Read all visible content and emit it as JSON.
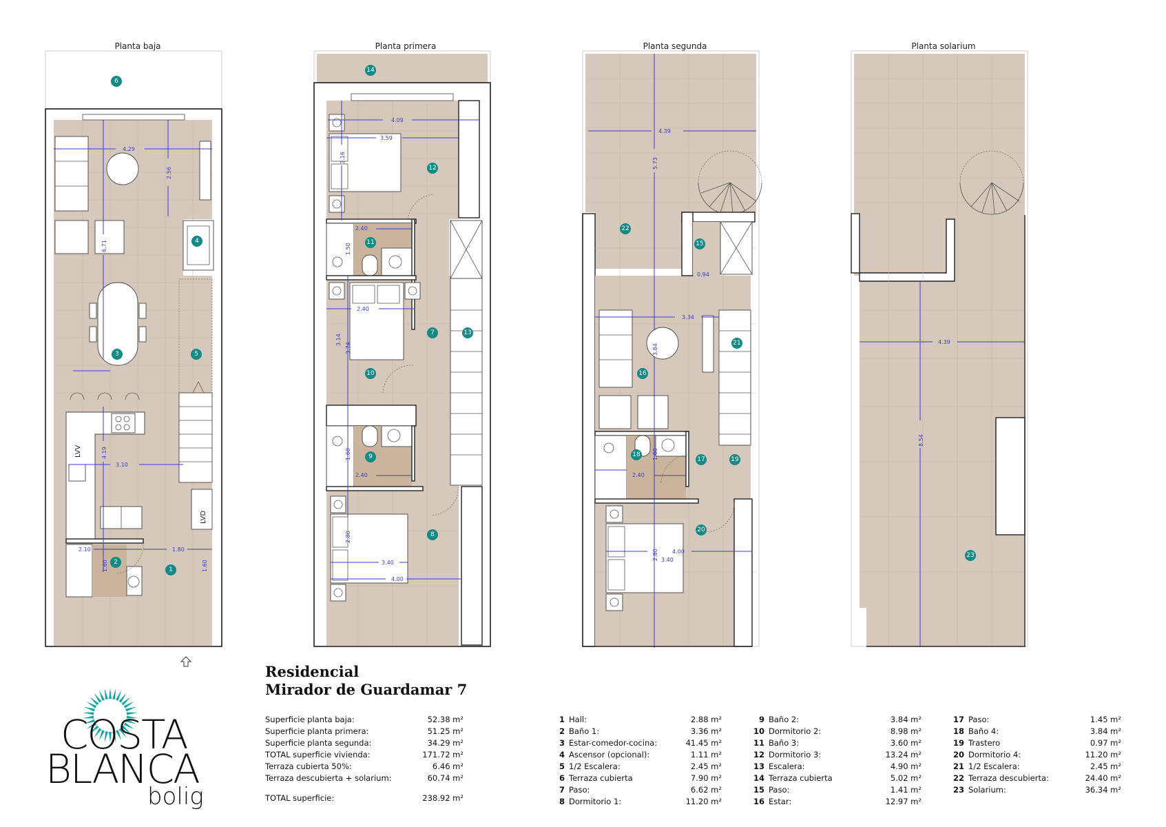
{
  "plans": [
    {
      "title": "Planta baja"
    },
    {
      "title": "Planta primera"
    },
    {
      "title": "Planta segunda"
    },
    {
      "title": "Planta solarium"
    }
  ],
  "dimensions": {
    "baja": {
      "d1": "4.29",
      "d2": "2.56",
      "d3": "6.71",
      "d4": "4.19",
      "d5": "3.10",
      "d6": "2.10",
      "d7": "1.80",
      "d8": "1.60",
      "d9": "1.60"
    },
    "primera": {
      "d1": "4.09",
      "d2": "3.59",
      "d3": "3.16",
      "d4": "2.40",
      "d5": "1.50",
      "d6": "2.40",
      "d7": "3.14",
      "d8": "3.74",
      "d9": "1.60",
      "d10": "2.40",
      "d11": "2.80",
      "d12": "3.40",
      "d13": "4.00"
    },
    "segunda": {
      "d1": "4.39",
      "d2": "5.73",
      "d3": "0.94",
      "d4": "3.34",
      "d5": "3.84",
      "d6": "1.60",
      "d7": "2.40",
      "d8": "2.80",
      "d9": "4.00",
      "d10": "3.40"
    },
    "solarium": {
      "d1": "4.39",
      "d2": "8.54"
    }
  },
  "appliance_labels": {
    "lvv": "LVV",
    "lvd": "LVD"
  },
  "room_badges": [
    "1",
    "2",
    "3",
    "4",
    "5",
    "6",
    "7",
    "8",
    "9",
    "10",
    "11",
    "12",
    "13",
    "14",
    "15",
    "16",
    "17",
    "18",
    "19",
    "20",
    "21",
    "22",
    "23"
  ],
  "project": {
    "line1": "Residencial",
    "line2": "Mirador de Guardamar 7"
  },
  "summary": [
    {
      "label": "Superficie planta baja:",
      "value": "52.38 m²"
    },
    {
      "label": "Superficie planta primera:",
      "value": "51.25 m²"
    },
    {
      "label": "Superficie planta segunda:",
      "value": "34.29 m²"
    },
    {
      "label": "TOTAL superficie vivienda:",
      "value": "171.72 m²"
    },
    {
      "label": "Terraza cubierta 50%:",
      "value": "6.46 m²"
    },
    {
      "label": "Terraza descubierta + solarium:",
      "value": "60.74 m²"
    }
  ],
  "total": {
    "label": "TOTAL superficie:",
    "value": "238.92 m²"
  },
  "rooms": [
    {
      "num": "1",
      "name": "Hall:",
      "area": "2.88 m²"
    },
    {
      "num": "2",
      "name": "Baño 1:",
      "area": "3.36 m²"
    },
    {
      "num": "3",
      "name": "Estar-comedor-cocina:",
      "area": "41.45 m²"
    },
    {
      "num": "4",
      "name": "Ascensor (opcional):",
      "area": "1.11 m²"
    },
    {
      "num": "5",
      "name": "1/2 Escalera:",
      "area": "2.45 m²"
    },
    {
      "num": "6",
      "name": "Terraza cubierta",
      "area": "7.90 m²"
    },
    {
      "num": "7",
      "name": "Paso:",
      "area": "6.62 m²"
    },
    {
      "num": "8",
      "name": "Dormitorio 1:",
      "area": "11.20 m²"
    },
    {
      "num": "9",
      "name": "Baño 2:",
      "area": "3.84 m²"
    },
    {
      "num": "10",
      "name": "Dormitorio 2:",
      "area": "8.98 m²"
    },
    {
      "num": "11",
      "name": "Baño 3:",
      "area": "3.60 m²"
    },
    {
      "num": "12",
      "name": "Dormitorio 3:",
      "area": "13.24 m²"
    },
    {
      "num": "13",
      "name": "Escalera:",
      "area": "4.90 m²"
    },
    {
      "num": "14",
      "name": "Terraza cubierta",
      "area": "5.02 m²"
    },
    {
      "num": "15",
      "name": "Paso:",
      "area": "1.41 m²"
    },
    {
      "num": "16",
      "name": "Estar:",
      "area": "12.97 m²"
    },
    {
      "num": "17",
      "name": "Paso:",
      "area": "1.45 m²"
    },
    {
      "num": "18",
      "name": "Baño 4:",
      "area": "3.84 m²"
    },
    {
      "num": "19",
      "name": "Trastero",
      "area": "0.97 m²"
    },
    {
      "num": "20",
      "name": "Dormitorio 4:",
      "area": "11.20 m²"
    },
    {
      "num": "21",
      "name": "1/2 Escalera:",
      "area": "2.45 m²"
    },
    {
      "num": "22",
      "name": "Terraza descubierta:",
      "area": "24.40 m²"
    },
    {
      "num": "23",
      "name": "Solarium:",
      "area": "36.34 m²"
    }
  ],
  "logo": {
    "line1": "COSTA",
    "line2": "BLANCA",
    "line3": "bolig"
  },
  "colors": {
    "badge": "#138a86",
    "floor": "#d6c8ba",
    "bath": "#cbb49d",
    "dimension": "#3a3ad0",
    "sun": "#1aa6a0"
  }
}
